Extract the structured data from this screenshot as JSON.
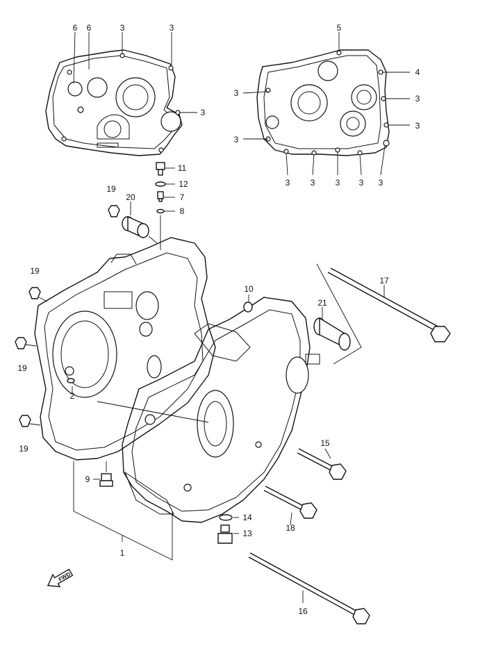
{
  "callouts": {
    "c_6a": "6",
    "c_6b": "6",
    "c_3_tl1": "3",
    "c_3_tl2": "3",
    "c_3_tl3": "3",
    "c_5": "5",
    "c_4": "4",
    "c_3_tr_left1": "3",
    "c_3_tr_left2": "3",
    "c_3_tr_right1": "3",
    "c_3_tr_right2": "3",
    "c_3_b1": "3",
    "c_3_b2": "3",
    "c_3_b3": "3",
    "c_3_b4": "3",
    "c_3_b5": "3",
    "c_11": "11",
    "c_12": "12",
    "c_7": "7",
    "c_8": "8",
    "c_19a": "19",
    "c_20": "20",
    "c_19b": "19",
    "c_19c": "19",
    "c_19d": "19",
    "c_2": "2",
    "c_10": "10",
    "c_17": "17",
    "c_21": "21",
    "c_15": "15",
    "c_9": "9",
    "c_18": "18",
    "c_14": "14",
    "c_13": "13",
    "c_1": "1",
    "c_16": "16"
  },
  "fwd_arrow": {
    "label": "FWD",
    "icon": "forward-arrow-icon"
  }
}
